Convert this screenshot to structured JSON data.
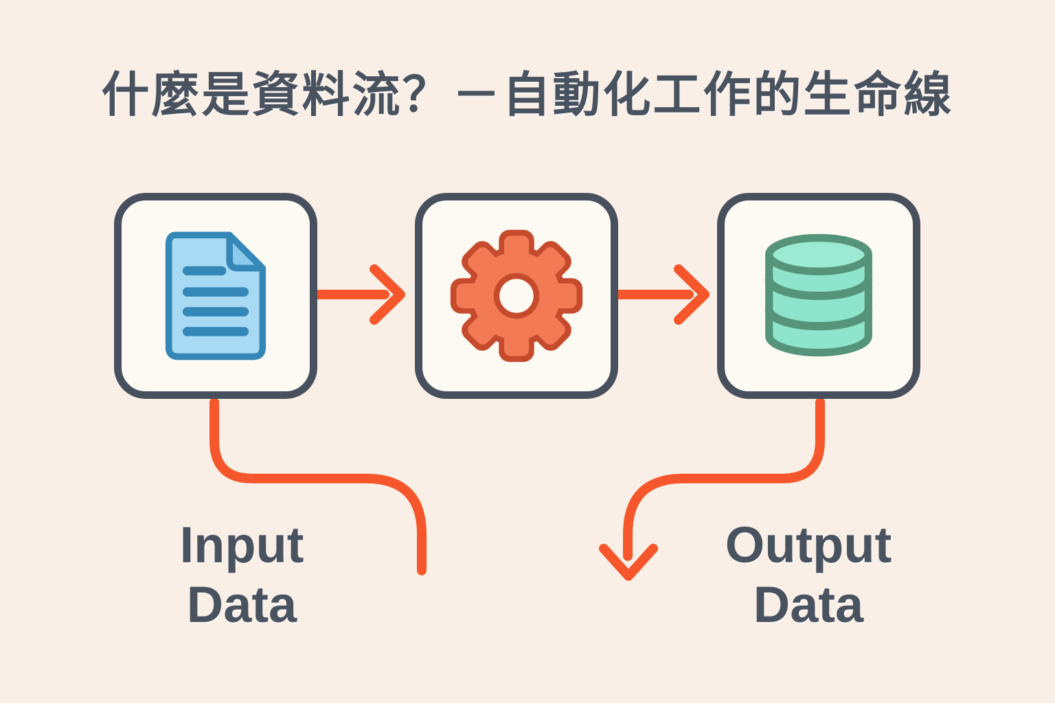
{
  "title": "什麼是資料流？－自動化工作的生命線",
  "flow": {
    "nodes": [
      {
        "name": "input-document",
        "icon": "document-icon"
      },
      {
        "name": "process-gear",
        "icon": "gear-icon"
      },
      {
        "name": "output-database",
        "icon": "database-icon"
      }
    ],
    "labels": {
      "input": {
        "line1": "Input",
        "line2": "Data"
      },
      "output": {
        "line1": "Output",
        "line2": "Data"
      }
    }
  },
  "colors": {
    "background": "#f9efe6",
    "box_fill": "#fdfaf4",
    "box_border": "#47505c",
    "text": "#49525f",
    "arrow": "#f5562b",
    "doc_fill": "#a8daf3",
    "doc_stroke": "#3587b8",
    "doc_fold": "#8bcaeb",
    "gear_fill": "#f27a55",
    "gear_stroke": "#c64b2d",
    "db_fill": "#8fe5cb",
    "db_top": "#9cead2",
    "db_stroke": "#55947b"
  }
}
